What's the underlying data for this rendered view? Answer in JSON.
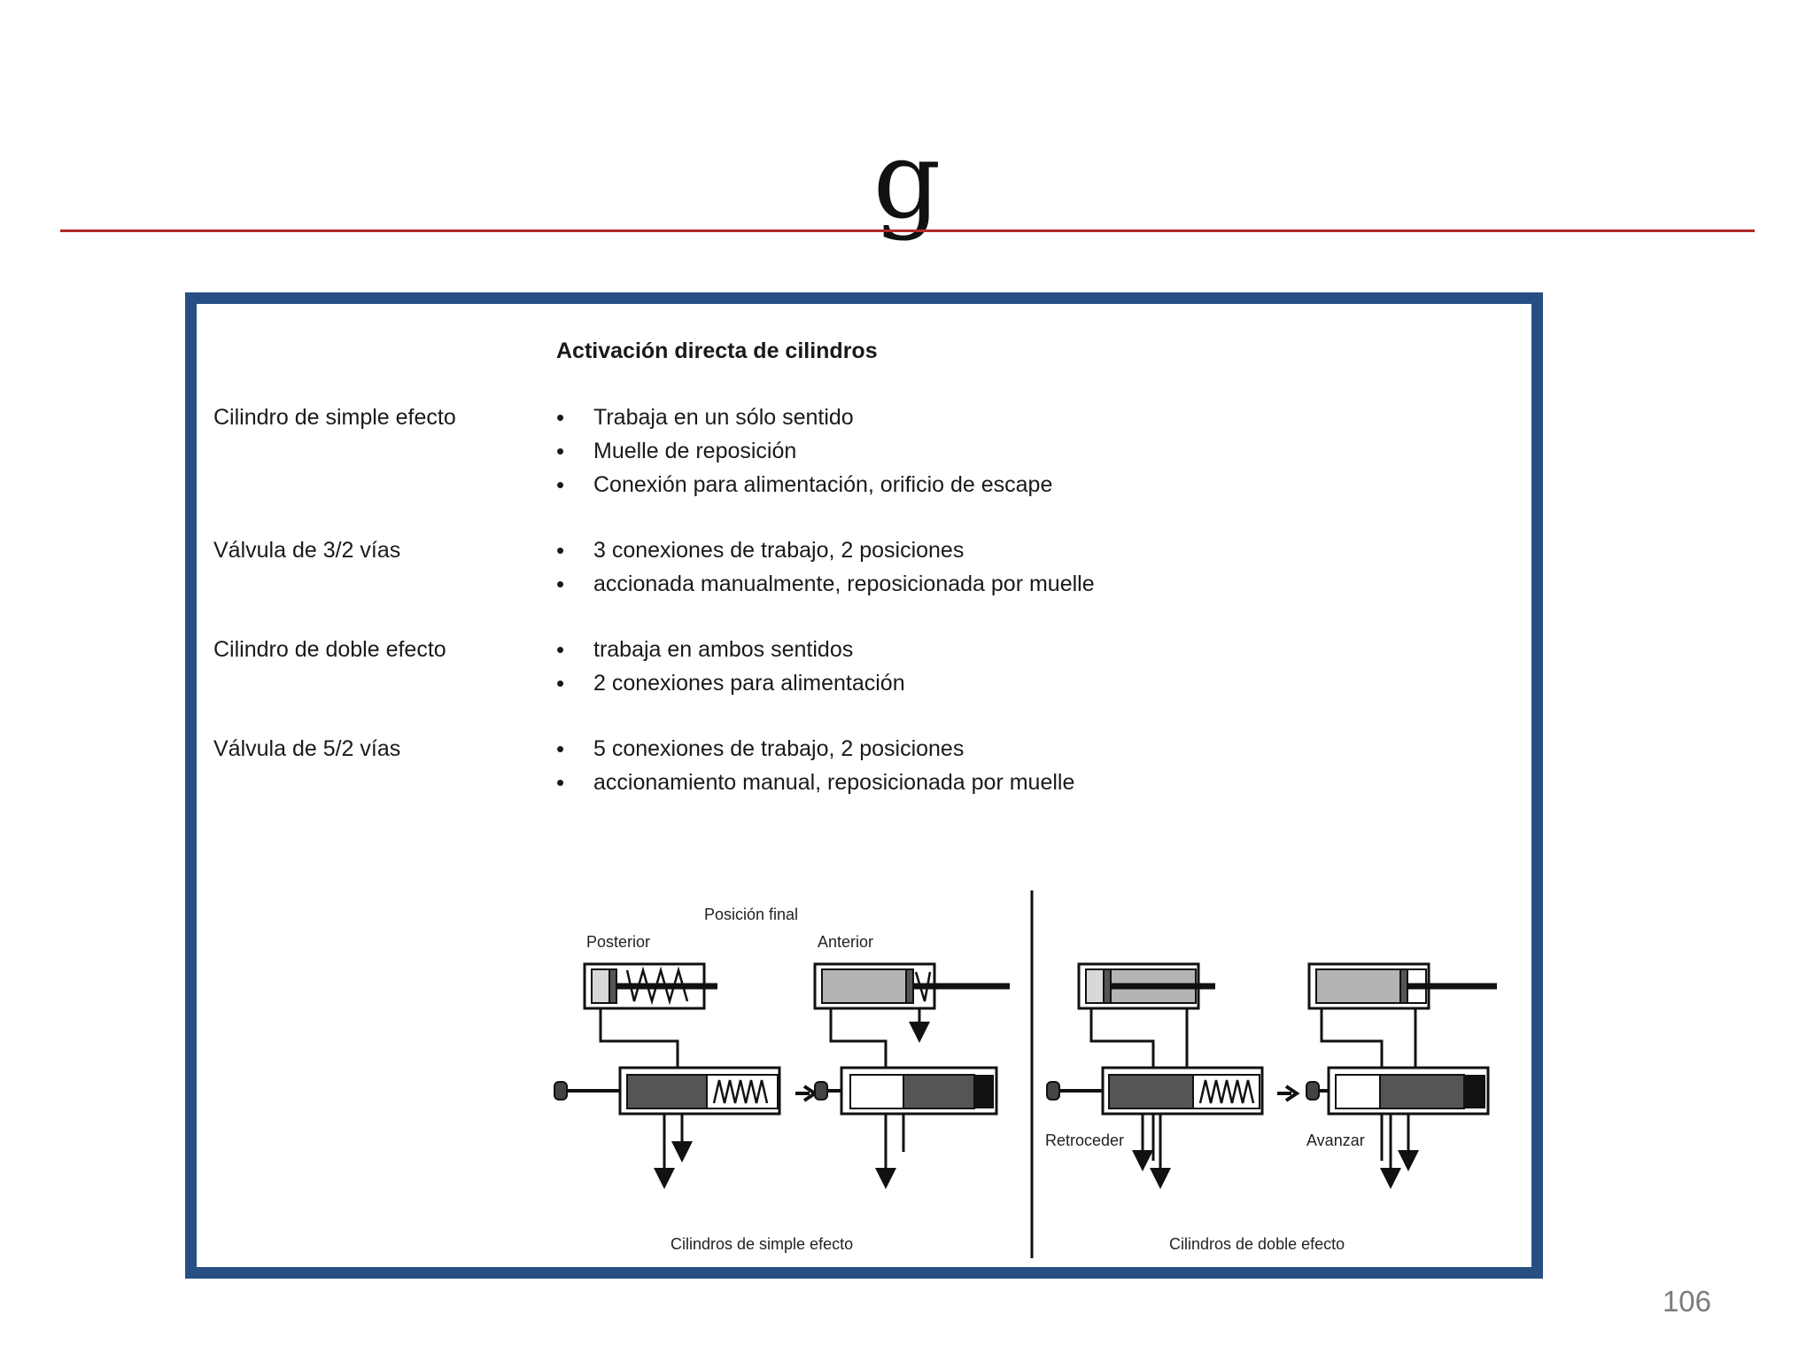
{
  "slide": {
    "title": "g",
    "page_number": "106"
  },
  "table": {
    "heading": "Activación directa de cilindros",
    "rows": [
      {
        "term": "Cilindro de simple efecto",
        "bullets": [
          "Trabaja en un sólo sentido",
          "Muelle de reposición",
          "Conexión para alimentación, orificio de escape"
        ]
      },
      {
        "term": "Válvula de 3/2 vías",
        "bullets": [
          "3 conexiones de trabajo, 2 posiciones",
          "accionada manualmente, reposicionada por muelle"
        ]
      },
      {
        "term": "Cilindro de doble efecto",
        "bullets": [
          "trabaja en ambos sentidos",
          "2 conexiones para alimentación"
        ]
      },
      {
        "term": "Válvula de 5/2 vías",
        "bullets": [
          "5 conexiones de trabajo, 2 posiciones",
          "accionamiento manual, reposicionada por muelle"
        ]
      }
    ]
  },
  "diagram": {
    "position_header": "Posición final",
    "label_posterior": "Posterior",
    "label_anterior": "Anterior",
    "label_retroceder": "Retroceder",
    "label_avanzar": "Avanzar",
    "caption_simple": "Cilindros de simple efecto",
    "caption_double": "Cilindros de doble efecto"
  },
  "colors": {
    "title_rule": "#b22a2a",
    "frame_border": "#274f83",
    "cylinder_fill": "#b4b4b4",
    "valve_fill": "#555555"
  }
}
